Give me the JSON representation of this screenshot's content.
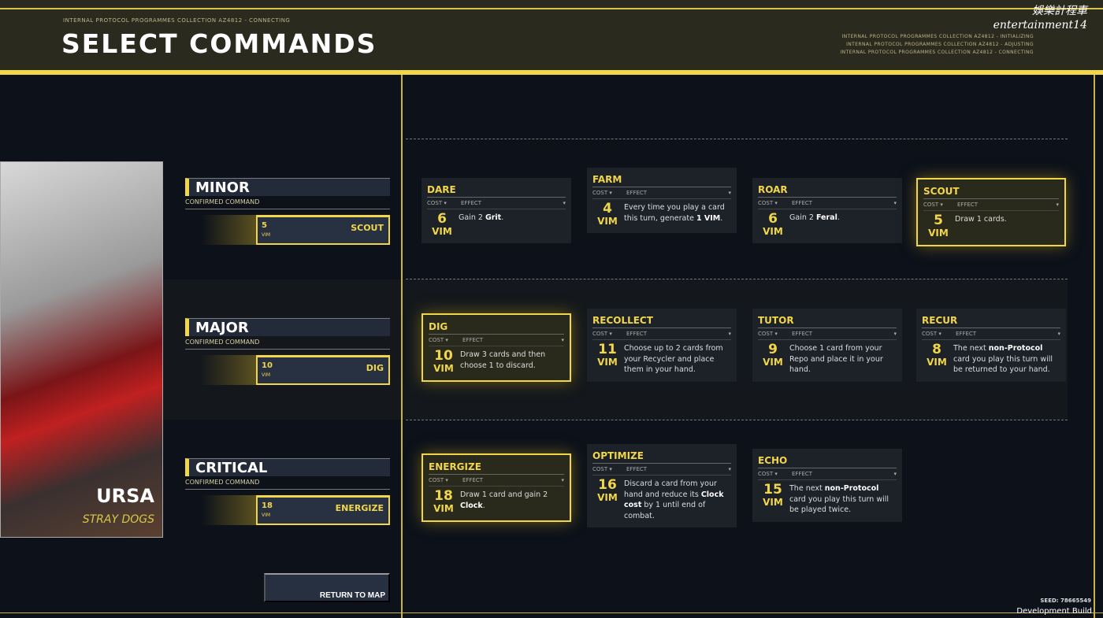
{
  "header": {
    "subtitle": "INTERNAL PROTOCOL PROGRAMMES COLLECTION AZ4812 - CONNECTING",
    "title": "SELECT COMMANDS",
    "status": [
      "INTERNAL PROTOCOL PROGRAMMES COLLECTION AZ4812 - INITIALIZING",
      "INTERNAL PROTOCOL PROGRAMMES COLLECTION AZ4812 - ADJUSTING",
      "INTERNAL PROTOCOL PROGRAMMES COLLECTION AZ4812 - CONNECTING"
    ],
    "watermark_cn": "娛樂計程車",
    "watermark_en": "entertainment14"
  },
  "character": {
    "name": "URSA",
    "team": "STRAY DOGS"
  },
  "slots": [
    {
      "tier": "MINOR",
      "confirmed": "CONFIRMED COMMAND",
      "cost": "5",
      "unit": "VIM",
      "command": "SCOUT"
    },
    {
      "tier": "MAJOR",
      "confirmed": "CONFIRMED COMMAND",
      "cost": "10",
      "unit": "VIM",
      "command": "DIG"
    },
    {
      "tier": "CRITICAL",
      "confirmed": "CONFIRMED COMMAND",
      "cost": "18",
      "unit": "VIM",
      "command": "ENERGIZE"
    }
  ],
  "return_label": "RETURN TO MAP",
  "labels": {
    "cost": "COST",
    "effect": "EFFECT",
    "unit": "VIM"
  },
  "rows": [
    [
      {
        "name": "DARE",
        "cost": "6",
        "effect": [
          {
            "t": "Gain 2 "
          },
          {
            "t": "Grit",
            "b": 1
          },
          {
            "t": "."
          }
        ]
      },
      {
        "name": "FARM",
        "cost": "4",
        "effect": [
          {
            "t": "Every time you play a card this turn, generate "
          },
          {
            "t": "1 VIM",
            "b": 1
          },
          {
            "t": "."
          }
        ]
      },
      {
        "name": "ROAR",
        "cost": "6",
        "effect": [
          {
            "t": "Gain 2 "
          },
          {
            "t": "Feral",
            "b": 1
          },
          {
            "t": "."
          }
        ]
      },
      {
        "name": "SCOUT",
        "cost": "5",
        "selected": true,
        "effect": [
          {
            "t": "Draw 1 cards."
          }
        ]
      }
    ],
    [
      {
        "name": "DIG",
        "cost": "10",
        "selected": true,
        "effect": [
          {
            "t": "Draw 3 cards and then choose 1 to discard."
          }
        ]
      },
      {
        "name": "RECOLLECT",
        "cost": "11",
        "effect": [
          {
            "t": "Choose up to 2 cards from your Recycler and place them in your hand."
          }
        ]
      },
      {
        "name": "TUTOR",
        "cost": "9",
        "effect": [
          {
            "t": "Choose 1 card from your Repo and place it in your hand."
          }
        ]
      },
      {
        "name": "RECUR",
        "cost": "8",
        "effect": [
          {
            "t": "The next "
          },
          {
            "t": "non-Protocol",
            "b": 1
          },
          {
            "t": " card you play this turn will be returned to your hand."
          }
        ]
      }
    ],
    [
      {
        "name": "ENERGIZE",
        "cost": "18",
        "selected": true,
        "effect": [
          {
            "t": "Draw 1 card and gain 2 "
          },
          {
            "t": "Clock",
            "b": 1
          },
          {
            "t": "."
          }
        ]
      },
      {
        "name": "OPTIMIZE",
        "cost": "16",
        "effect": [
          {
            "t": "Discard a card from your hand and reduce its "
          },
          {
            "t": "Clock cost",
            "b": 1
          },
          {
            "t": " by 1 until end of combat."
          }
        ]
      },
      {
        "name": "ECHO",
        "cost": "15",
        "effect": [
          {
            "t": "The next "
          },
          {
            "t": "non-Protocol",
            "b": 1
          },
          {
            "t": " card you play this turn will be played twice."
          }
        ]
      }
    ]
  ],
  "footer": {
    "seed": "SEED: 78665549",
    "build": "Development Build"
  }
}
